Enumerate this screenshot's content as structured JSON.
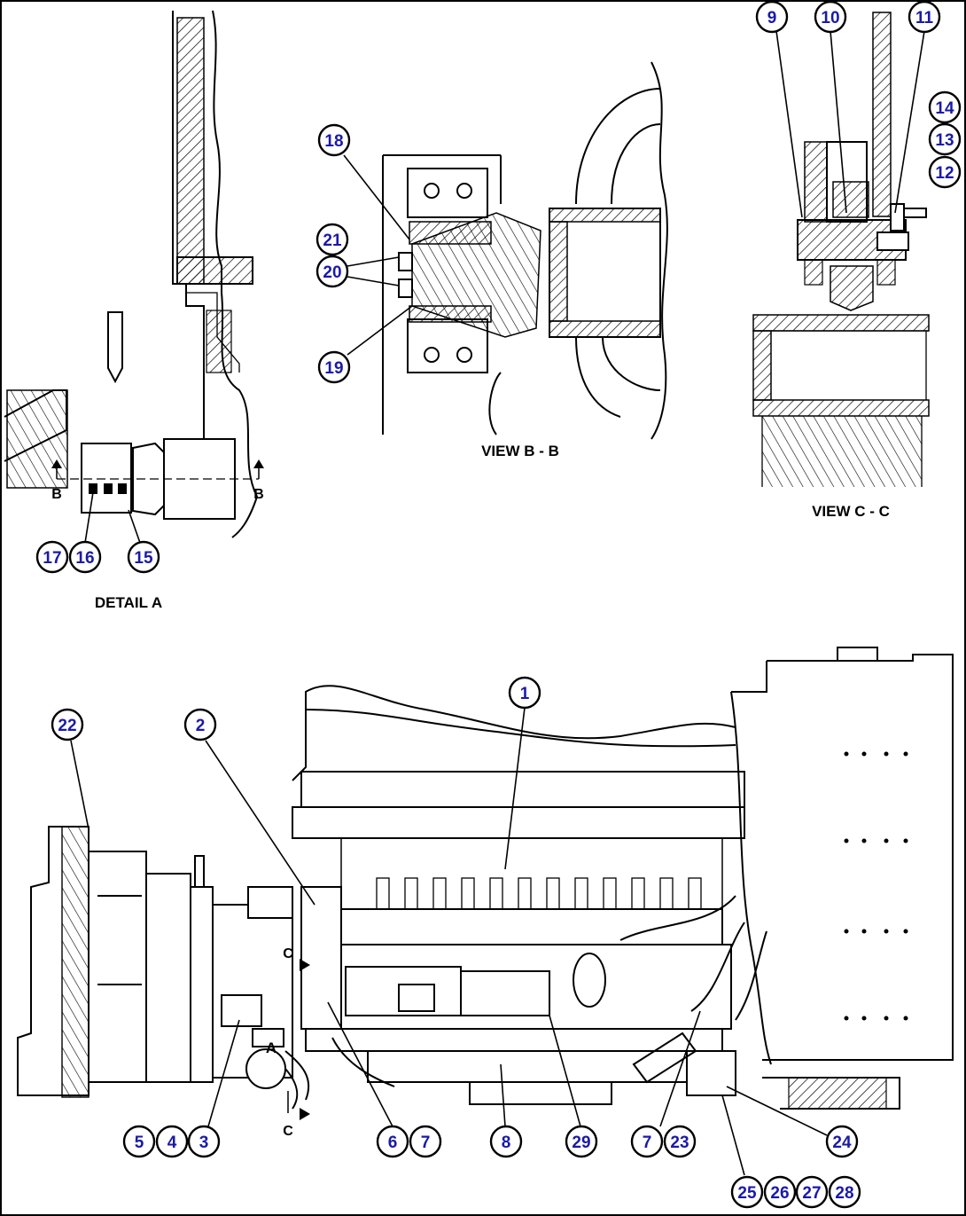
{
  "views": {
    "detail_a": "DETAIL A",
    "view_bb": "VIEW B - B",
    "view_cc": "VIEW C - C"
  },
  "section_marks": {
    "b": "B",
    "c": "C",
    "a": "A"
  },
  "callouts": [
    "1",
    "2",
    "3",
    "4",
    "5",
    "6",
    "7",
    "8",
    "9",
    "10",
    "11",
    "12",
    "13",
    "14",
    "15",
    "16",
    "17",
    "18",
    "19",
    "20",
    "21",
    "22",
    "23",
    "24",
    "25",
    "26",
    "27",
    "28",
    "29"
  ]
}
